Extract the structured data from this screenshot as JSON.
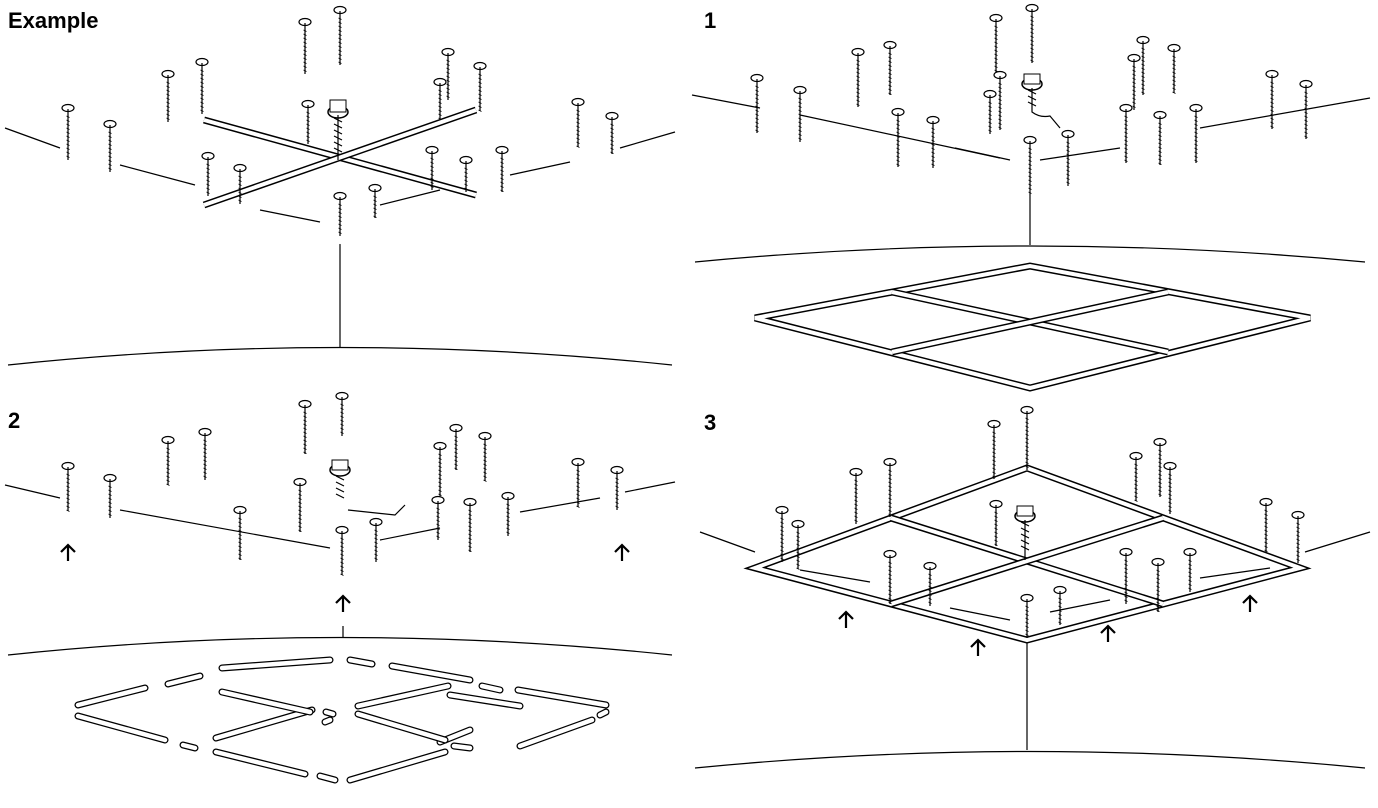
{
  "panels": [
    {
      "id": "example",
      "label": "Example"
    },
    {
      "id": "step1",
      "label": "1"
    },
    {
      "id": "step2",
      "label": "2"
    },
    {
      "id": "step3",
      "label": "3"
    }
  ],
  "arrow_icon": "up-arrow-icon"
}
